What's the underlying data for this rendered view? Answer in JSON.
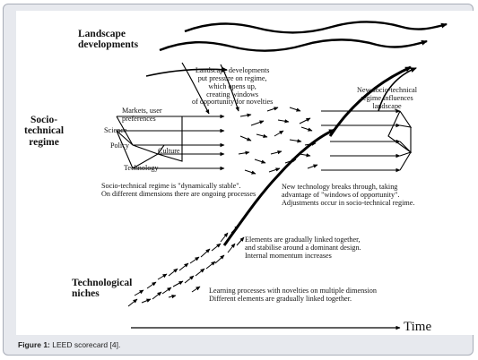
{
  "levels": {
    "landscape": "Landscape\ndevelopments",
    "regime": "Socio-\ntechnical\nregime",
    "niches": "Technological\nniches"
  },
  "regime_dimensions": [
    "Markets, user\npreferences",
    "Science",
    "Policy",
    "Culture",
    "Technology"
  ],
  "annotations": {
    "landscape_pressure": "Landscape developments\nput pressure on regime,\nwhich opens up,\ncreating windows\nof opportunity for novelties",
    "new_regime": "New socio-technical\nregime influences\nlandscape",
    "stable_regime": "Socio-technical regime is \"dynamically stable\".\nOn different dimensions there are ongoing processes",
    "breakthrough": "New technology breaks through, taking\nadvantage of \"windows of opportunity\".\nAdjustments occur in socio-technical regime.",
    "linked": "Elements are gradually linked together,\nand stabilise around a dominant design.\nInternal momentum increases",
    "learning": "Learning processes with novelties on multiple dimension\nDifferent elements are gradually linked together."
  },
  "time_label": "Time",
  "caption": {
    "label": "Figure 1:",
    "text": " LEED scorecard [4]."
  }
}
